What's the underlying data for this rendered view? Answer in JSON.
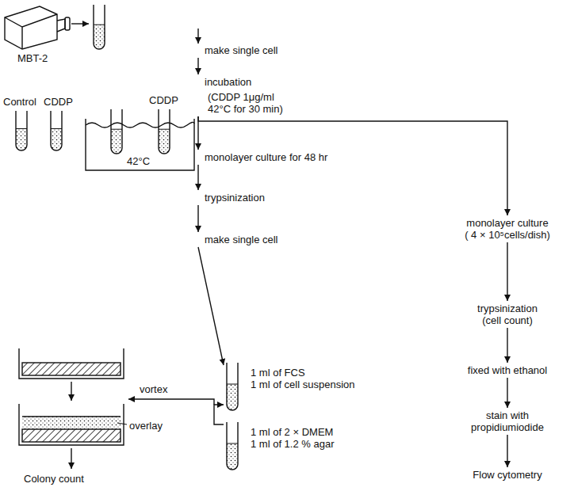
{
  "diagram": {
    "nodes": [
      {
        "text": [
          "make single cell"
        ]
      },
      {
        "text": [
          "incubation",
          "(CDDP 1μg/ml 42°C for 30 min)"
        ]
      },
      {
        "text": [
          "monolayer culture for 48 hr"
        ]
      },
      {
        "text": [
          "trypsinization"
        ]
      },
      {
        "text": [
          "make single cell"
        ]
      },
      {
        "text": [
          "1 ml of FCS",
          "1 ml of cell suspension"
        ]
      },
      {
        "text": [
          "1 ml of 2 × DMEM",
          "1 ml of 1.2 % agar"
        ]
      },
      {
        "text": [
          "monolayer culture",
          "( 4 × 10⁵cells/dish)"
        ]
      },
      {
        "text": [
          "trypsinization",
          "(cell count)"
        ]
      },
      {
        "text": [
          "fixed with ethanol"
        ]
      },
      {
        "text": [
          "stain with propidiumiodide"
        ]
      },
      {
        "text": [
          "Flow cytometry"
        ]
      }
    ],
    "edges": [
      {
        "from": 0,
        "to": 1,
        "arrow": "to"
      },
      {
        "from": 1,
        "to": 2,
        "arrow": "to"
      },
      {
        "from": 2,
        "to": 3,
        "arrow": "to"
      },
      {
        "from": 3,
        "to": 4,
        "arrow": "to"
      },
      {
        "from": 4,
        "to": 5,
        "arrow": "to"
      },
      {
        "from": 6,
        "to": 5,
        "arrow": "to"
      },
      {
        "from": 1,
        "to": 7,
        "arrow": "to"
      },
      {
        "from": 7,
        "to": 8,
        "arrow": "to"
      },
      {
        "from": 8,
        "to": 9,
        "arrow": "to"
      },
      {
        "from": 9,
        "to": 10,
        "arrow": "to"
      },
      {
        "from": 10,
        "to": 11,
        "arrow": "to"
      }
    ],
    "labels": [
      "MBT-2",
      "Control",
      "CDDP",
      "CDDP",
      "42°C",
      "vortex",
      "overlay",
      "Colony count"
    ]
  }
}
